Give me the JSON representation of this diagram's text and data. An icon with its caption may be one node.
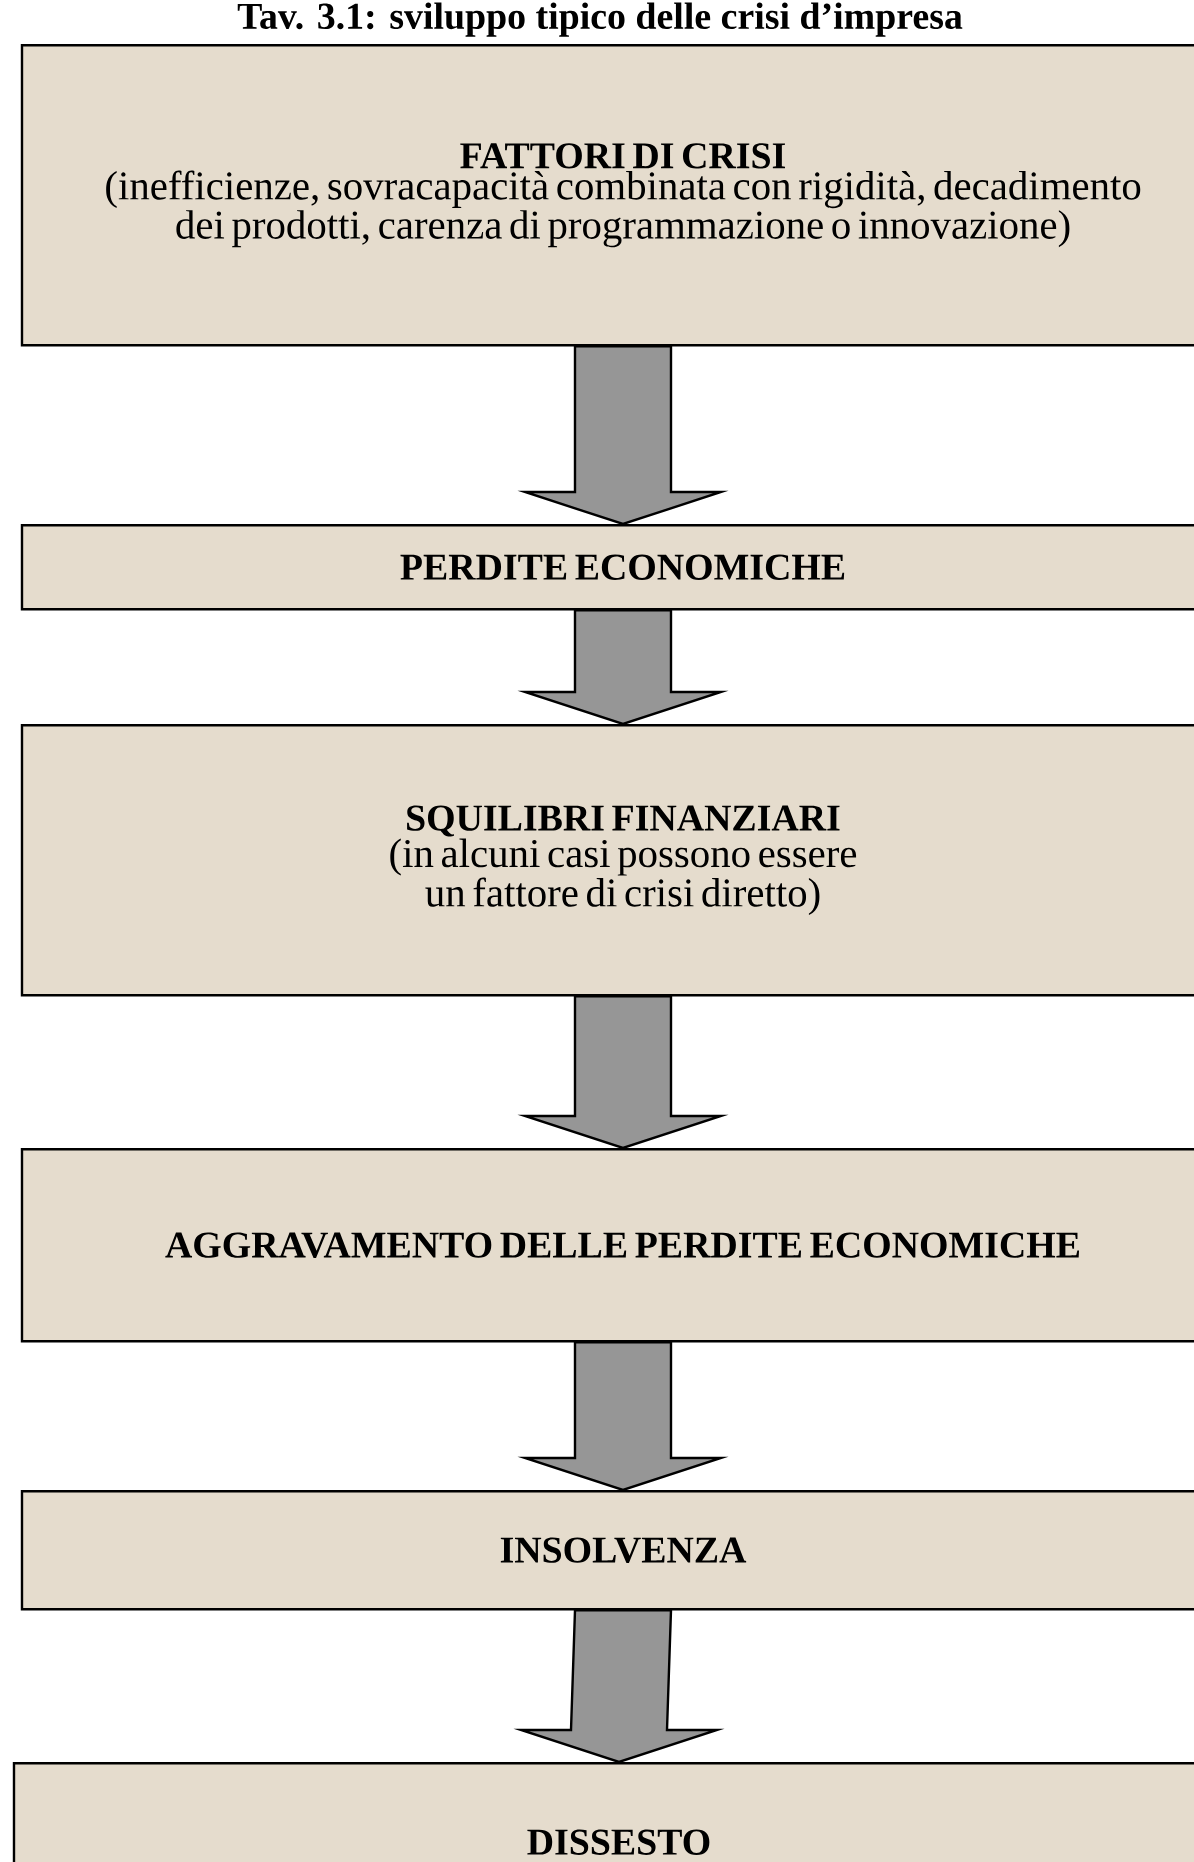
{
  "diagram": {
    "title": "Tav. 3.1: sviluppo tipico delle crisi d’impresa",
    "nodes": [
      {
        "text": [
          "FATTORI DI CRISI",
          "(inefficienze, sovracapacità combinata con rigidità, decadimento dei prodotti, carenza di programmazione o innovazione)"
        ]
      },
      {
        "text": [
          "PERDITE ECONOMICHE"
        ]
      },
      {
        "text": [
          "SQUILIBRI FINANZIARI",
          "(in alcuni casi possono essere un fattore di crisi diretto)"
        ]
      },
      {
        "text": [
          "AGGRAVAMENTO DELLE PERDITE ECONOMICHE"
        ]
      },
      {
        "text": [
          "INSOLVENZA"
        ]
      },
      {
        "text": [
          "DISSESTO"
        ]
      }
    ],
    "edges": [
      {
        "from": 0,
        "to": 1,
        "arrow": "to"
      },
      {
        "from": 1,
        "to": 2,
        "arrow": "to"
      },
      {
        "from": 2,
        "to": 3,
        "arrow": "to"
      },
      {
        "from": 3,
        "to": 4,
        "arrow": "to"
      },
      {
        "from": 4,
        "to": 5,
        "arrow": "to"
      }
    ]
  }
}
